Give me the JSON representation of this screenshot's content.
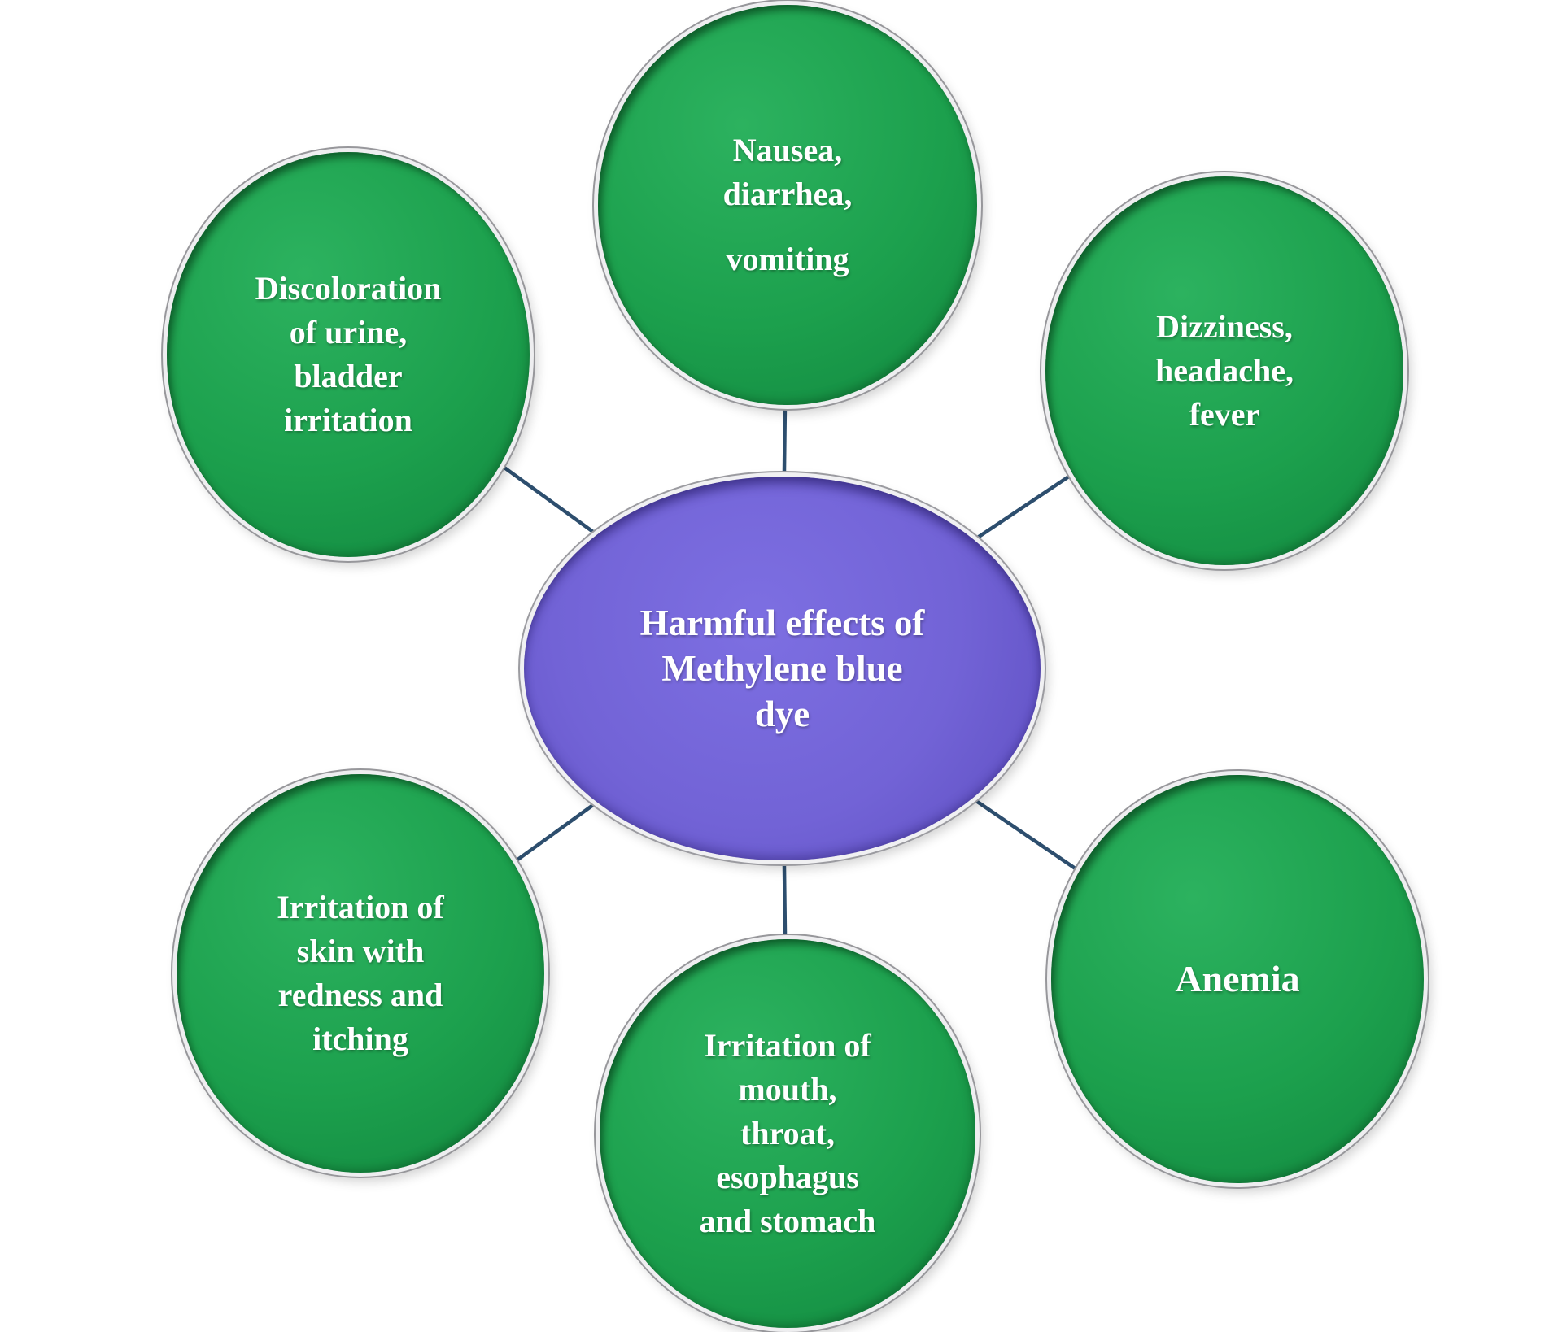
{
  "diagram": {
    "center": {
      "label_lines": [
        "Harmful effects of",
        "Methylene blue",
        "dye"
      ]
    },
    "nodes": [
      {
        "key": "nausea-diarrhea-vomiting",
        "label_lines": [
          "Nausea,",
          "diarrhea,",
          "vomiting"
        ]
      },
      {
        "key": "discoloration-urine",
        "label_lines": [
          "Discoloration",
          "of urine,",
          "bladder",
          "irritation"
        ]
      },
      {
        "key": "dizziness-headache-fever",
        "label_lines": [
          "Dizziness,",
          "headache,",
          "fever"
        ]
      },
      {
        "key": "skin-irritation",
        "label_lines": [
          "Irritation of",
          "skin with",
          "redness and",
          "itching"
        ]
      },
      {
        "key": "mouth-throat-irritation",
        "label_lines": [
          "Irritation of",
          "mouth,",
          "throat,",
          "esophagus",
          "and stomach"
        ]
      },
      {
        "key": "anemia",
        "label_lines": [
          "Anemia"
        ]
      }
    ],
    "colors": {
      "node_fill": "#1ca04d",
      "center_fill": "#7263d6",
      "connector": "#2d4e6e",
      "text": "#ffffff",
      "rim": "#eeeef0"
    }
  }
}
